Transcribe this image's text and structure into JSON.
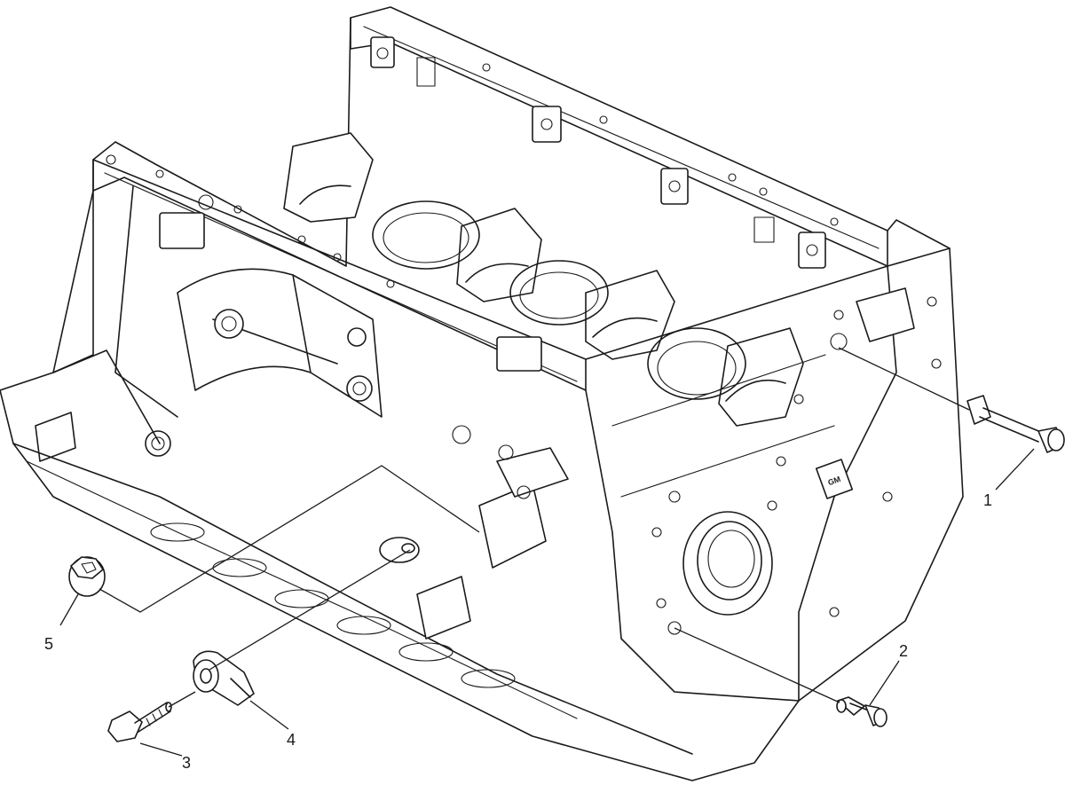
{
  "callouts": [
    {
      "number": "1",
      "part": "bolt"
    },
    {
      "number": "2",
      "part": "plug"
    },
    {
      "number": "3",
      "part": "bolt"
    },
    {
      "number": "4",
      "part": "knock-sensor"
    },
    {
      "number": "5",
      "part": "plug"
    }
  ],
  "block_stamp": "GM"
}
